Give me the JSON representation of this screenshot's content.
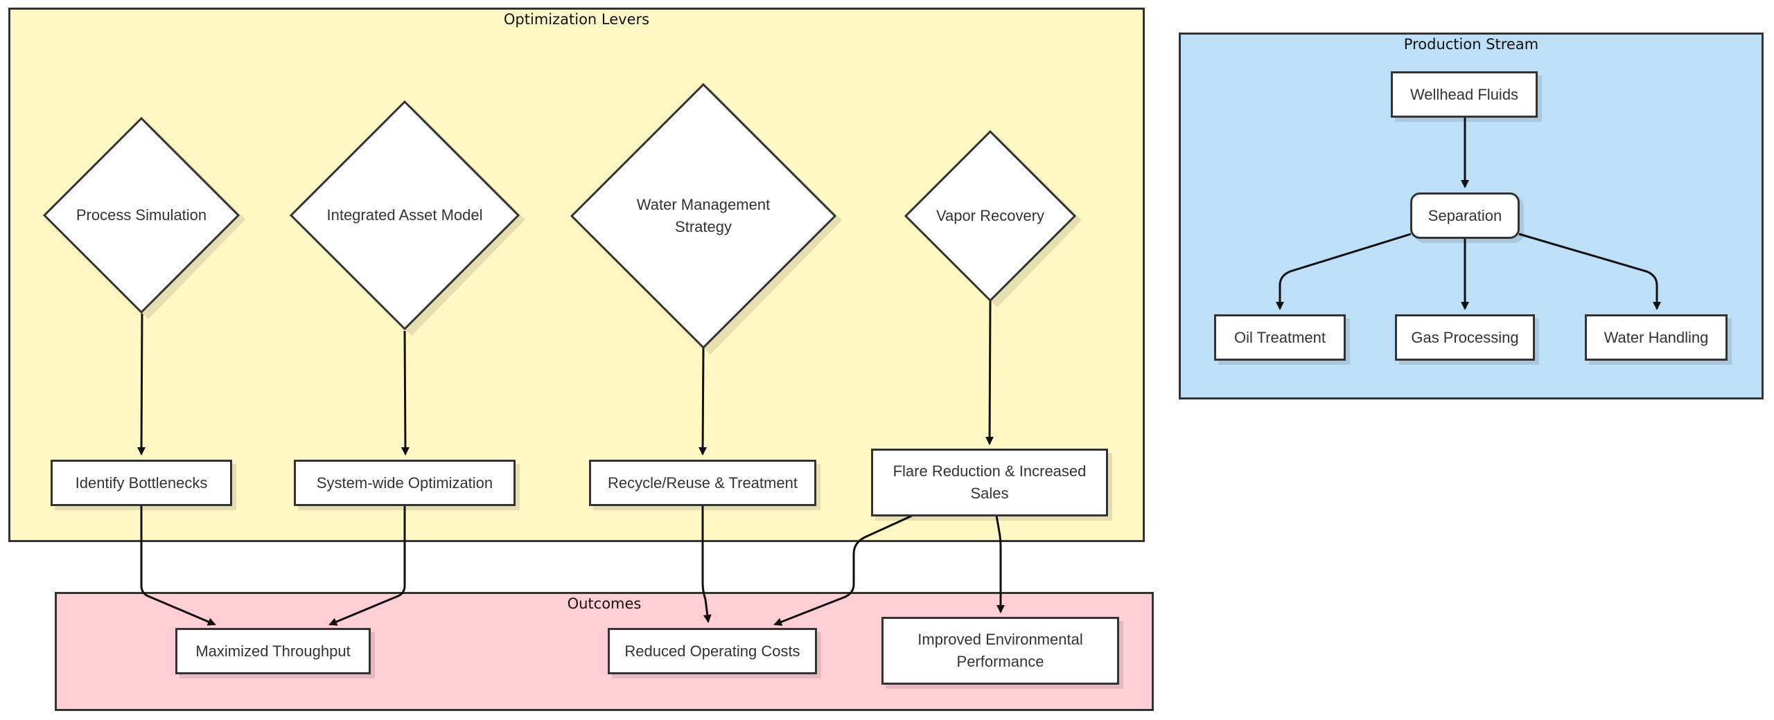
{
  "groups": {
    "levers": {
      "title": "Optimization Levers",
      "color": "#fff8c5"
    },
    "stream": {
      "title": "Production Stream",
      "color": "#bddff8"
    },
    "outcomes": {
      "title": "Outcomes",
      "color": "#ffcfd5"
    }
  },
  "stream_nodes": {
    "wellhead": "Wellhead Fluids",
    "separation": "Separation",
    "oil": "Oil Treatment",
    "gas": "Gas Processing",
    "water": "Water Handling"
  },
  "decisions": {
    "process_sim": "Process Simulation",
    "asset_model": "Integrated Asset Model",
    "water_mgmt": "Water Management Strategy",
    "vapor": "Vapor Recovery"
  },
  "lever_results": {
    "bottlenecks": "Identify Bottlenecks",
    "system_opt": "System-wide Optimization",
    "recycle": "Recycle/Reuse & Treatment",
    "flare": "Flare Reduction & Increased Sales"
  },
  "outcome_nodes": {
    "throughput": "Maximized Throughput",
    "costs": "Reduced Operating Costs",
    "environment": "Improved Environmental Performance"
  }
}
